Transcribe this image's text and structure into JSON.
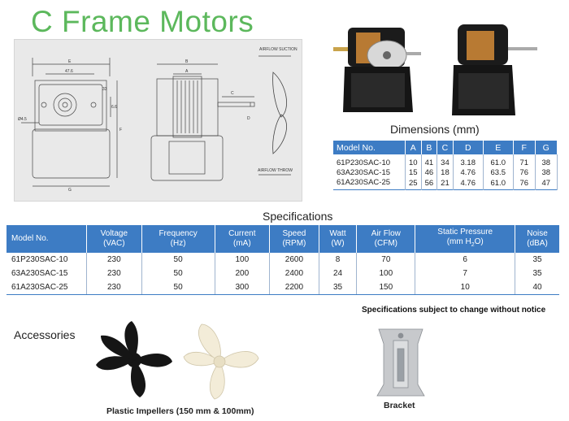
{
  "title": "C Frame Motors",
  "drawing": {
    "labels": {
      "airflow_suction": "AIRFLOW SUCTION",
      "airflow_throw": "AIRFLOW THROW",
      "E": "E",
      "dim_47_6": "47.6",
      "F": "F",
      "G": "G",
      "hole": "Ø4.5",
      "dim_6_6": "6.6",
      "dim_33": "33",
      "B": "B",
      "A": "A",
      "C": "C",
      "D": "D"
    }
  },
  "dimensions": {
    "title": "Dimensions (mm)",
    "headers": [
      "Model No.",
      "A",
      "B",
      "C",
      "D",
      "E",
      "F",
      "G"
    ],
    "rows": [
      [
        "61P230SAC-10",
        "10",
        "41",
        "34",
        "3.18",
        "61.0",
        "71",
        "38"
      ],
      [
        "63A230SAC-15",
        "15",
        "46",
        "18",
        "4.76",
        "63.5",
        "76",
        "38"
      ],
      [
        "61A230SAC-25",
        "25",
        "56",
        "21",
        "4.76",
        "61.0",
        "76",
        "47"
      ]
    ]
  },
  "specifications": {
    "title": "Specifications",
    "headers": [
      {
        "name": "Model No.",
        "unit": ""
      },
      {
        "name": "Voltage",
        "unit": "(VAC)"
      },
      {
        "name": "Frequency",
        "unit": "(Hz)"
      },
      {
        "name": "Current",
        "unit": "(mA)"
      },
      {
        "name": "Speed",
        "unit": "(RPM)"
      },
      {
        "name": "Watt",
        "unit": "(W)"
      },
      {
        "name": "Air Flow",
        "unit": "(CFM)"
      },
      {
        "name": "Static Pressure",
        "unit": "(mm H",
        "unit_sub": "2",
        "unit_end": "O)"
      },
      {
        "name": "Noise",
        "unit": "(dBA)"
      }
    ],
    "rows": [
      [
        "61P230SAC-10",
        "230",
        "50",
        "100",
        "2600",
        "8",
        "70",
        "6",
        "35"
      ],
      [
        "63A230SAC-15",
        "230",
        "50",
        "200",
        "2400",
        "24",
        "100",
        "7",
        "35"
      ],
      [
        "61A230SAC-25",
        "230",
        "50",
        "300",
        "2200",
        "35",
        "150",
        "10",
        "40"
      ]
    ],
    "note": "Specifications subject to change without notice"
  },
  "accessories": {
    "title": "Accessories",
    "impellers_caption": "Plastic Impellers (150 mm & 100mm)",
    "bracket_caption": "Bracket"
  },
  "colors": {
    "title_green": "#5cb85c",
    "table_header_blue": "#3d7cc4"
  }
}
